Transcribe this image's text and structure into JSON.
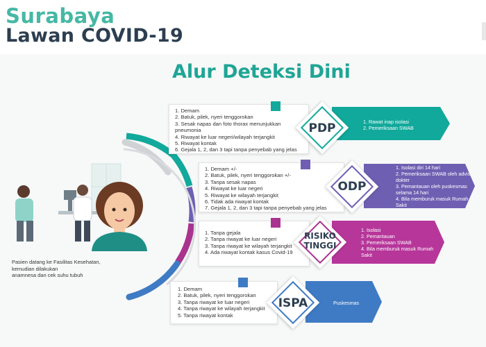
{
  "header": {
    "brand_line1": "Surabaya",
    "brand_line2": "Lawan COVID-19"
  },
  "title": "Alur Deteksi Dini",
  "caption": [
    "Pasien datang ke Fasilitas Kesehatan,",
    "kemudian dilakukan",
    "anamnesa dan cek suhu tubuh"
  ],
  "colors": {
    "pdp": "#11a99b",
    "odp": "#6f5fb2",
    "risiko": "#a8348f",
    "ispa": "#3f7bc4",
    "title": "#1fa595"
  },
  "stages": [
    {
      "label": "PDP",
      "criteria": [
        "1. Demam",
        "2. Batuk, pilek, nyeri tenggorokan",
        "3. Sesak napas dan foto thorax menunjukkan",
        "    pneumonia",
        "4. Riwayat ke luar negeri/wilayah terjangkit",
        "5. Riwayat kontak",
        "6. Gejala 1, 2, dan 3 tapi tanpa penyebab yang jelas"
      ],
      "actions": [
        "1. Rawat inap isolasi",
        "2. Pemeriksaan SWAB"
      ]
    },
    {
      "label": "ODP",
      "criteria": [
        "1. Demam +/-",
        "2. Batuk, pilek, nyeri tenggorokan +/-",
        "3. Tanpa sesak napas",
        "4. Riwayat ke luar negeri",
        "5. Riwayat ke wilayah terjangkit",
        "6. Tidak ada riwayat kontak",
        "7. Gejala 1, 2, dan 3 tapi tanpa penyebab yang jelas"
      ],
      "actions": [
        "1. Isolasi diri 14 hari",
        "2. Pemeriksaan SWAB oleh advis",
        "    dokter",
        "3. Pemantauan oleh puskesmas",
        "    selama 14 hari",
        "4. Bila memburuk masuk Rumah",
        "    Sakit"
      ]
    },
    {
      "label_line1": "RISIKO",
      "label_line2": "TINGGI",
      "criteria": [
        "1. Tanpa gejala",
        "2. Tanpa riwayat ke luar negeri",
        "3. Tanpa riwayat ke wilayah terjangkit",
        "4. Ada riwayat kontak kasus Covid-19"
      ],
      "actions": [
        "1. Isolasi",
        "2. Pemantauan",
        "3. Pemeriksaan SWAB",
        "4. Bila memburuk masuk Rumah",
        "    Sakit"
      ]
    },
    {
      "label": "ISPA",
      "criteria": [
        "1. Demam",
        "2. Batuk, pilek, nyeri tenggorokan",
        "3. Tanpa riwayat ke luar negeri",
        "4. Tanpa riwayat ke wilayah terjangkit",
        "5. Tanpa riwayat kontak"
      ],
      "actions": [
        "Puskesmas"
      ]
    }
  ]
}
